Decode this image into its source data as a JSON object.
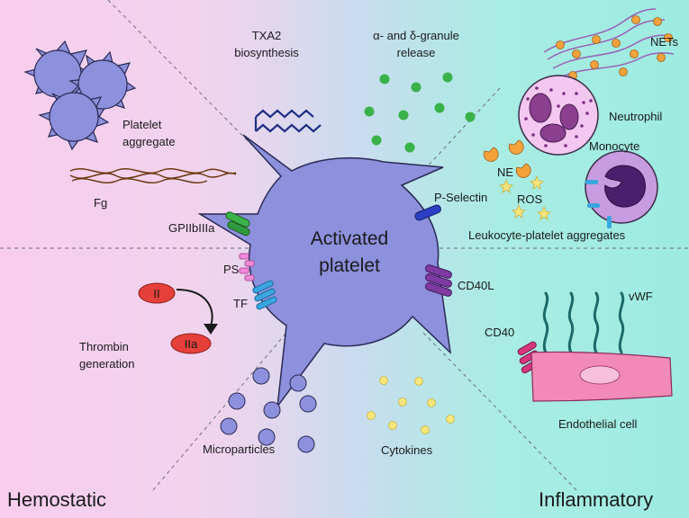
{
  "center": {
    "line1": "Activated",
    "line2": "platelet"
  },
  "hemostatic": {
    "title": "Hemostatic",
    "txa2_line1": "TXA2",
    "txa2_line2": "biosynthesis",
    "aggregate_line1": "Platelet",
    "aggregate_line2": "aggregate",
    "fg": "Fg",
    "gpiib": "GPIIbIIIa",
    "ps": "PS",
    "tf": "TF",
    "factor_ii": "II",
    "factor_iia": "IIa",
    "thrombin_line1": "Thrombin",
    "thrombin_line2": "generation",
    "microparticles": "Microparticles"
  },
  "inflammatory": {
    "title": "Inflammatory",
    "granule_line1": "α- and δ-granule",
    "granule_line2": "release",
    "nets": "NETs",
    "neutrophil": "Neutrophil",
    "monocyte": "Monocyte",
    "ne": "NE",
    "ros": "ROS",
    "pselectin": "P-Selectin",
    "leukocyte": "Leukocyte-platelet aggregates",
    "cd40l": "CD40L",
    "vwf": "vWF",
    "cd40": "CD40",
    "endothelial": "Endothelial cell",
    "cytokines": "Cytokines"
  },
  "colors": {
    "platelet": "#8d90dc",
    "hemostatic_bg": "#f7d1ee",
    "inflammatory_bg": "#a8ece4",
    "red_factor": "#e5403a",
    "green_granule": "#39b24a",
    "endothelial": "#f28ab8",
    "teal_strand": "#1d6a6a"
  }
}
